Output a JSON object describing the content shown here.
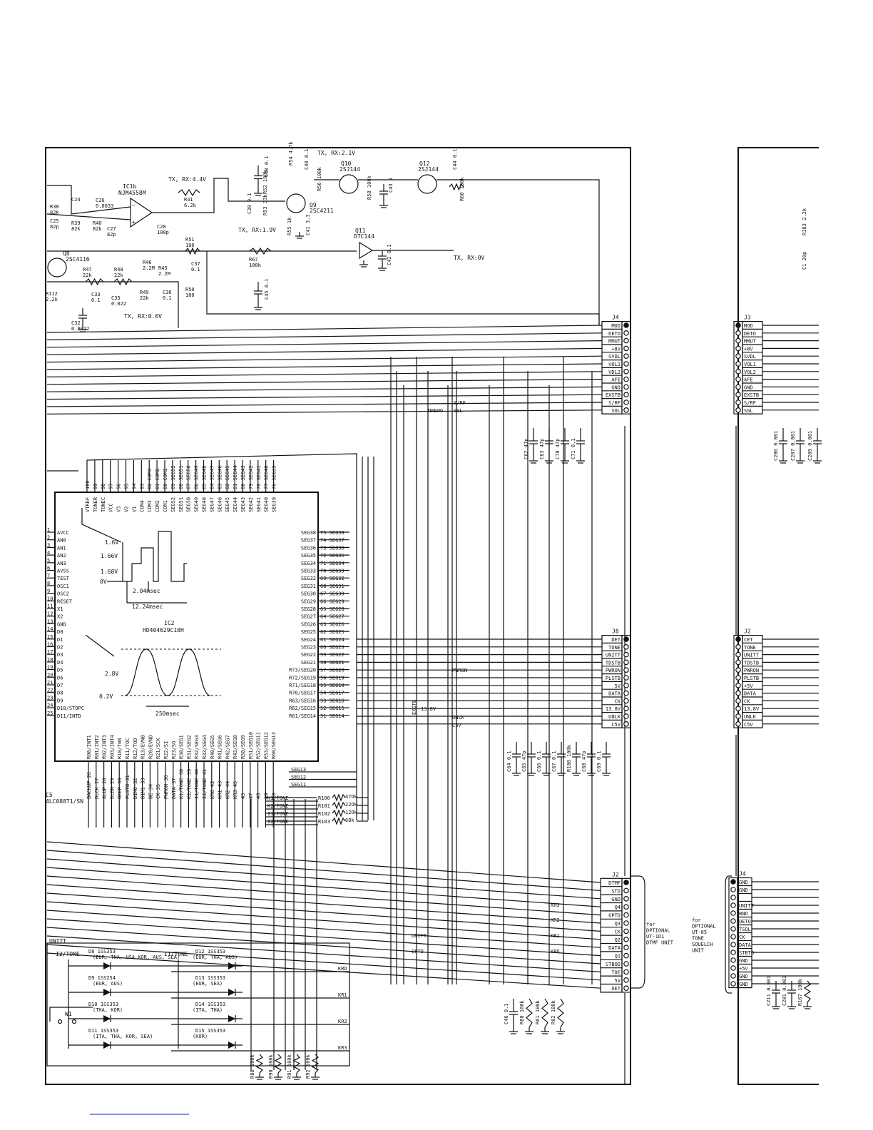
{
  "ic1b": {
    "ref": "IC1b",
    "part": "NJM4558M"
  },
  "transistors": [
    {
      "ref": "Q8",
      "part": "2SC4116"
    },
    {
      "ref": "Q9",
      "part": "2SC4211"
    },
    {
      "ref": "Q10",
      "part": "2SJ144"
    },
    {
      "ref": "Q11",
      "part": "DTC144"
    },
    {
      "ref": "Q12",
      "part": "2SJ144"
    }
  ],
  "voltage_notes": [
    "TX, RX:4.4V",
    "TX, RX:2.1V",
    "TX, RX:1.9V",
    "TX, RX:0V",
    "TX, RX:0.6V"
  ],
  "top_components": [
    "R38 82k",
    "C25 82p",
    "C24",
    "C26 0.0033",
    "R39 82k",
    "R40 82k",
    "C27 82p",
    "C28 100p",
    "R41 6.2k",
    "R51 100",
    "R47 22k",
    "R48 22k",
    "R46 2.2M",
    "R45 2.2M",
    "C37 0.1",
    "C33 0.1",
    "C35 0.022",
    "R49 22k",
    "C36 0.1",
    "R50 100",
    "R112 2.2k",
    "C32 0.0022",
    "C38 0.1",
    "C39 0.1",
    "R52 100k",
    "R53 33k",
    "R54 4.7k",
    "C40 0.1",
    "R56 100k",
    "R55 1k",
    "C41 3.3",
    "R67 100k",
    "C45 0.1",
    "R58 100k",
    "C43 1",
    "C44 0.1",
    "R60 100k",
    "C42 0.1"
  ],
  "j4": {
    "label": "J4",
    "pins": [
      "MOD",
      "DETO",
      "MMUT",
      "+8V",
      "SVDL",
      "VOL1",
      "VDL2",
      "AFE",
      "GND",
      "EXSTB",
      "S/RF",
      "SOL"
    ]
  },
  "j3": {
    "label": "J3",
    "pins": [
      "MOD",
      "DETO",
      "MMUT",
      "+8V",
      "SVDL",
      "VOL1",
      "VOL2",
      "AFE",
      "GND",
      "EXSTB",
      "S/RF",
      "SGL"
    ]
  },
  "j4_wire_labels": [
    "S/RF",
    "NREWO",
    "SGL"
  ],
  "j4_caps": [
    "C62 47p",
    "C63 47p",
    "C70 47p",
    "C71 0.1"
  ],
  "j3_caps": [
    "C206 0.001",
    "C207 0.001",
    "C209 0.001"
  ],
  "right_top_parts": [
    "R183 2.2k",
    "C1 20p"
  ],
  "ic2": {
    "ref": "IC2",
    "part": "HD404629C10H",
    "left_pins": [
      "AVCC",
      "AN0",
      "AN1",
      "AN2",
      "AN3",
      "AVSS",
      "TEST",
      "OSC1",
      "OSC2",
      "RESET",
      "X1",
      "X2",
      "GND",
      "D0",
      "D1",
      "D2",
      "D3",
      "D4",
      "D5",
      "D6",
      "D7",
      "D8",
      "D9",
      "D10/STOPC",
      "D11/INTD"
    ],
    "right_pins": [
      "SEG38",
      "SEG37",
      "SEG36",
      "SEG35",
      "SEG34",
      "SEG33",
      "SEG32",
      "SEG31",
      "SEG30",
      "SEG29",
      "SEG28",
      "SEG27",
      "SEG26",
      "SEG25",
      "SEG24",
      "SEG23",
      "SEG22",
      "SEG21",
      "R73/SEG20",
      "R72/SEG19",
      "R71/SEG18",
      "R70/SEG17",
      "R63/SEG16",
      "R62/SEG15",
      "R61/SEG14"
    ],
    "right_nets": [
      "SEG38",
      "SEG37",
      "SEG36",
      "SEG35",
      "SEG34",
      "SEG33",
      "SEG32",
      "SEG31",
      "SEG30",
      "SEG29",
      "SEG28",
      "SEG27",
      "SEG26",
      "SEG25",
      "SEG24",
      "SEG23",
      "SEG22",
      "SEG21",
      "SEG20",
      "SEG19",
      "SEG18",
      "SEG17",
      "SEG16",
      "SEG15",
      "SEG14"
    ],
    "top_pins": [
      "VTREF",
      "TONER",
      "TONEC",
      "VCC",
      "V3",
      "V2",
      "V1",
      "COM4",
      "COM3",
      "COM2",
      "COM1",
      "SEG52",
      "SEG51",
      "SEG50",
      "SEG49",
      "SEG48",
      "SEG47",
      "SEG46",
      "SEG45",
      "SEG44",
      "SEG43",
      "SEG42",
      "SEG41",
      "SEG40",
      "SEG39"
    ],
    "top_nets": [
      "100",
      "99",
      "98",
      "97",
      "96",
      "95",
      "94",
      "93",
      "82 COM3",
      "81 COM2",
      "80 COM1",
      "89 SEG52",
      "88 SEG51",
      "87 SEG50",
      "86 SEG49",
      "85 SEG48",
      "84 SEG47",
      "83 SEG46",
      "82 SEG45",
      "81 SEG44",
      "80 SEG43",
      "79 SEG42",
      "78 SEG41",
      "77 SEG40",
      "76 SEG39"
    ],
    "bottom_pins": [
      "R00/INT1",
      "R01/INT2",
      "R02/INT3",
      "R03/INT4",
      "R10/T08",
      "R11/TOC",
      "R12/TOD",
      "R13/EVNB",
      "R20/EVND",
      "R21/SCK",
      "R22/SI",
      "R23/SO",
      "R30/SEG1",
      "R31/SEG2",
      "R32/SEG3",
      "R33/SEG4",
      "R40/SEG5",
      "R41/SEG6",
      "R42/SEG7",
      "R43/SEG8",
      "R50/SEG9",
      "R51/SEG10",
      "R52/SEG11",
      "R53/SEG12",
      "R60/SEG13"
    ],
    "bottom_nets": [
      "BACKUP 26",
      "DLCK 27",
      "OLUP 28",
      "DLDN 29",
      "BEEP 30",
      "PLSTB 31",
      "DIMO 32",
      "DIM1 33",
      "DE 34",
      "CK 35",
      "PWRON 36",
      "DATA 37",
      "K1/TONE 38",
      "K2/TONE 39",
      "I1/TONE 40",
      "I2/TONE 41",
      "KRO 42",
      "KR1 43",
      "KR2 44",
      "KR3 45",
      "45",
      "47",
      "48",
      "49",
      "50"
    ],
    "seg_out": [
      "SEG13",
      "SEG12",
      "SEG11"
    ]
  },
  "waveform1": {
    "levels": [
      "1.6V",
      "1.66V",
      "1.68V",
      "0V"
    ],
    "t1": "2.04msec",
    "t2": "12.24msec"
  },
  "waveform2": {
    "levels": [
      "2.8V",
      "0.2V"
    ],
    "period": "250msec"
  },
  "ic5": {
    "ref": "C5",
    "part": "4LC088T1/SN"
  },
  "tone_resistors": [
    {
      "net": "K1/TONE",
      "ref": "R100",
      "val": "47Ok"
    },
    {
      "net": "K2/TONE",
      "ref": "R101",
      "val": "22Ok"
    },
    {
      "net": "I1/TONE",
      "ref": "R102",
      "val": "12Ok"
    },
    {
      "net": "I2/TONE",
      "ref": "R103",
      "val": "68k"
    }
  ],
  "j8": {
    "label": "J8",
    "pins": [
      "DET",
      "TONE",
      "UNITT",
      "TDSTB",
      "PWRON",
      "PLSTB",
      "5V",
      "DATA",
      "CK",
      "13.8V",
      "UNLK",
      "C5V"
    ]
  },
  "j2r": {
    "label": "J2",
    "pins": [
      "CET",
      "TONE",
      "UNITT",
      "TDSTB",
      "PWRON",
      "PLSTB",
      "+5V",
      "DATA",
      "CK",
      "13.8V",
      "UNLK",
      "C5V"
    ]
  },
  "j8_wire_labels": [
    "PWRON",
    "EXSTB",
    "13.8V",
    "UNLK",
    "C5V"
  ],
  "j8_caps": [
    "C64 0.1",
    "C65 47p",
    "C66 0.1",
    "C67 0.1",
    "R108 100k",
    "C68 47p",
    "C69 0.1"
  ],
  "j2": {
    "label": "J2",
    "pins": [
      "DTMF",
      "STD",
      "GND",
      "Q4",
      "OPTD",
      "Q3",
      "CK",
      "Q2",
      "DATA",
      "Q1",
      "STBOD",
      "TOE",
      "5V",
      "OET"
    ]
  },
  "j2_wire_labels": [
    "KR3",
    "KR2",
    "KR1",
    "KRD",
    "UNITT",
    "OPTD"
  ],
  "j2_note": [
    "for",
    "DPTIONAL",
    "UT-1D1",
    "DTMF UNIT"
  ],
  "j4b": {
    "label": "J4",
    "pins": [
      "GND",
      "GND",
      "",
      "UNITT",
      "BND",
      "OETO",
      "TSQL",
      "CK",
      "DATA",
      "STBTO",
      "GND",
      "+5V",
      "GND",
      "GND"
    ]
  },
  "j4b_note": [
    "for",
    "DPTIONAL",
    "UT-85",
    "TONE",
    "SQUELCH",
    "UNIT"
  ],
  "j2_bottom_parts": [
    "C46 0.1",
    "R80 100k",
    "R61 100k",
    "R62 100k"
  ],
  "j4b_bottom_parts": [
    "C211 0.001",
    "C201 0.001",
    "R167 100k"
  ],
  "diode_box": {
    "title": "UNITT",
    "i2": "I2/TONE",
    "i1": "I1/TONE",
    "w1": "W1",
    "left": [
      {
        "ref": "D8 1SS353",
        "note": "(EUR, THA, USA KOR, AUS, SEA)"
      },
      {
        "ref": "D9 1SS254",
        "note": "(EUR, AUS)"
      },
      {
        "ref": "D10 1SS353",
        "note": "(THA, KOR)"
      },
      {
        "ref": "D11 1SS353",
        "note": "(ITA, THA, KOR, SEA)"
      }
    ],
    "right": [
      {
        "ref": "D12 1SS353",
        "note": "(EUR, THA, AUS)"
      },
      {
        "ref": "D13 1SS353",
        "note": "(EUR, SEA)"
      },
      {
        "ref": "D14 1SS353",
        "note": "(ITA, THA)"
      },
      {
        "ref": "D15 1SS353",
        "note": "(KOR)"
      }
    ],
    "outs": [
      "KRD",
      "KR1",
      "KR2",
      "KR3"
    ]
  },
  "bottom_resistors": [
    "R88 100k",
    "R90 100k",
    "R91 100k",
    "R92 100k"
  ]
}
